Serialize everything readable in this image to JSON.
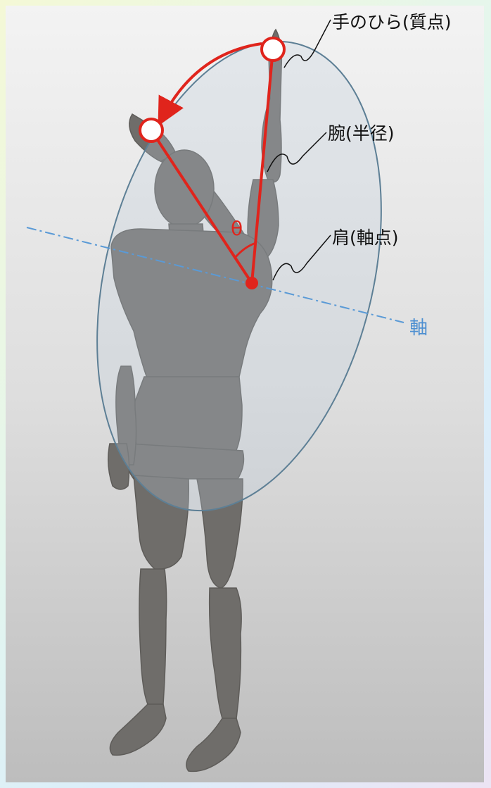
{
  "labels": {
    "palm": "手のひら(質点)",
    "arm": "腕(半径)",
    "shoulder": "肩(軸点)",
    "axis": "軸",
    "angle": "θ"
  },
  "colors": {
    "arrow": "#e0241c",
    "axis_line": "#5a9ad6",
    "orbit_edge": "#5d7f95",
    "figure": "#6f6d6a"
  }
}
